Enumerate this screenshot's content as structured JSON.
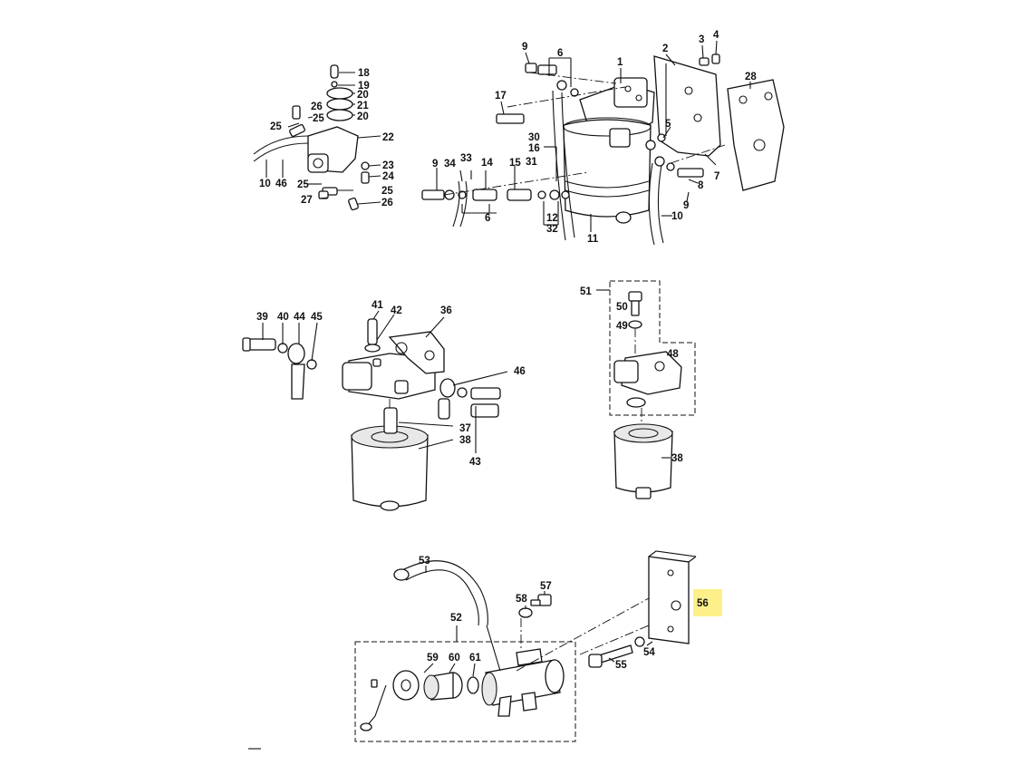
{
  "labels": {
    "l1": "1",
    "l2": "2",
    "l3": "3",
    "l4": "4",
    "l5": "5",
    "l6a": "6",
    "l6b": "6",
    "l7": "7",
    "l8": "8",
    "l9a": "9",
    "l9b": "9",
    "l9c": "9",
    "l10a": "10",
    "l10b": "10",
    "l11": "11",
    "l12": "12",
    "l14": "14",
    "l15": "15",
    "l16": "16",
    "l17": "17",
    "l18": "18",
    "l19": "19",
    "l20a": "20",
    "l20b": "20",
    "l21": "21",
    "l22": "22",
    "l23": "23",
    "l24": "24",
    "l25a": "25",
    "l25b": "25",
    "l25c": "25",
    "l25d": "25",
    "l26a": "26",
    "l26b": "26",
    "l27": "27",
    "l28": "28",
    "l30": "30",
    "l31": "31",
    "l32": "32",
    "l33": "33",
    "l34": "34",
    "l36": "36",
    "l37": "37",
    "l38a": "38",
    "l38b": "38",
    "l39": "39",
    "l40": "40",
    "l41": "41",
    "l42": "42",
    "l43": "43",
    "l44": "44",
    "l45": "45",
    "l46a": "46",
    "l46b": "46",
    "l48": "48",
    "l49": "49",
    "l50": "50",
    "l51": "51",
    "l52": "52",
    "l53": "53",
    "l54": "54",
    "l55": "55",
    "l56": "56",
    "l57": "57",
    "l58": "58",
    "l59": "59",
    "l60": "60",
    "l61": "61"
  },
  "highlight": {
    "part": "56",
    "color": "#fdf08a"
  }
}
